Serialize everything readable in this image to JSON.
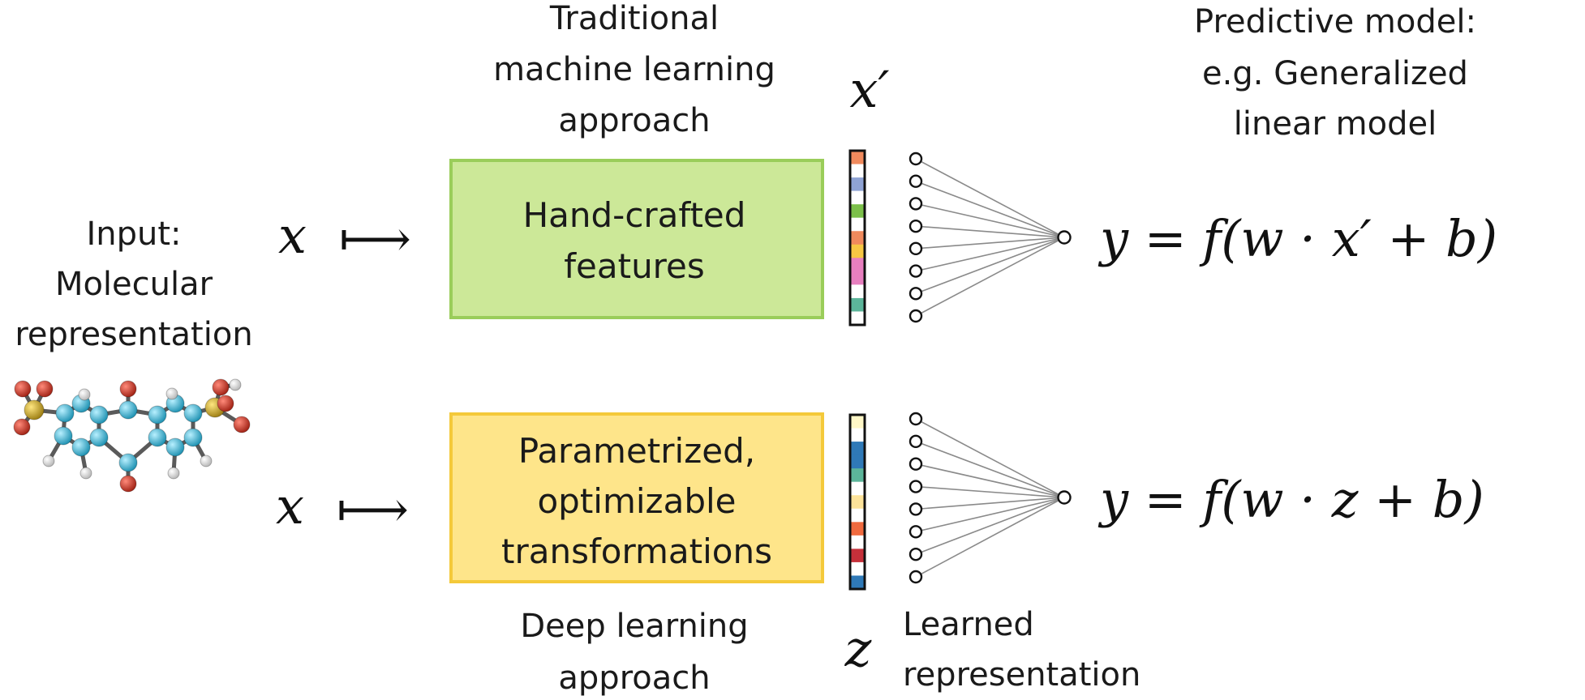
{
  "input": {
    "lines": [
      "Input:",
      "Molecular",
      "representation"
    ]
  },
  "traditional": {
    "heading": [
      "Traditional",
      "machine learning",
      "approach"
    ],
    "box_lines": [
      "Hand-crafted",
      "features"
    ],
    "vector_symbol": "x′",
    "input_symbol": "x",
    "arrow": "⟼",
    "equation": "y = f(w · x′ + b)",
    "box_fill": "#cce898",
    "box_border": "#9acd5a",
    "vector_colors": [
      "#f08a5d",
      "#ffffff",
      "#8fa3d4",
      "#ffffff",
      "#7cc04a",
      "#ffffff",
      "#f08a5d",
      "#f7c744",
      "#e77fbf",
      "#e77fbf",
      "#ffffff",
      "#5cb59a",
      "#ffffff"
    ],
    "input_nodes": 8
  },
  "deep": {
    "footer": [
      "Deep learning",
      "approach"
    ],
    "box_lines": [
      "Parametrized,",
      "optimizable",
      "transformations"
    ],
    "vector_symbol": "z",
    "input_symbol": "x",
    "arrow": "⟼",
    "equation": "y = f(w · z + b)",
    "box_fill": "#fee58a",
    "box_border": "#f4c93a",
    "vector_colors": [
      "#fff7c7",
      "#ffffff",
      "#2f79b7",
      "#2f79b7",
      "#5cb59a",
      "#ffffff",
      "#fde39a",
      "#ffffff",
      "#f06a3f",
      "#ffffff",
      "#c5303a",
      "#ffffff",
      "#2f79b7"
    ],
    "input_nodes": 8,
    "learned_label": [
      "Learned",
      "representation"
    ]
  },
  "predictive": {
    "lines": [
      "Predictive model:",
      "e.g. Generalized",
      "linear model"
    ]
  },
  "colors": {
    "carbon": "#2bb3cf",
    "oxygen": "#c0392b",
    "sulfur": "#c9a227",
    "hydrogen": "#ffffff"
  }
}
